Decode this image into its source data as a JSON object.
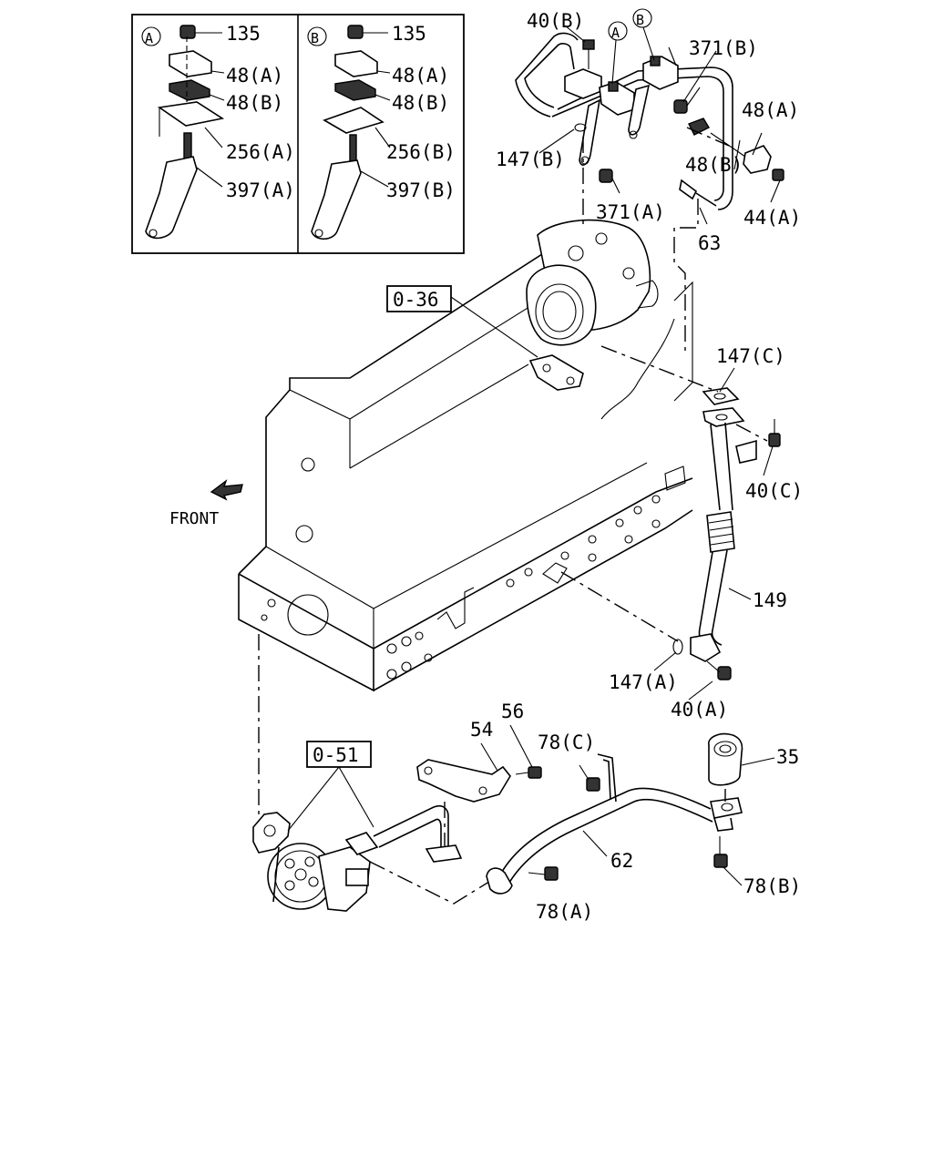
{
  "detail_a": {
    "marker": "A",
    "labels": [
      "135",
      "48(A)",
      "48(B)",
      "256(A)",
      "397(A)"
    ]
  },
  "detail_b": {
    "marker": "B",
    "labels": [
      "135",
      "48(A)",
      "48(B)",
      "256(B)",
      "397(B)"
    ]
  },
  "callout_markers": [
    "A",
    "B"
  ],
  "reference_boxes": [
    "0-36",
    "0-51"
  ],
  "front_label": "FRONT",
  "part_labels": {
    "p40b": "40(B)",
    "p371b": "371(B)",
    "p48a": "48(A)",
    "p147b": "147(B)",
    "p48b": "48(B)",
    "p44a": "44(A)",
    "p371a": "371(A)",
    "p63": "63",
    "p147c": "147(C)",
    "p40c": "40(C)",
    "p149": "149",
    "p147a": "147(A)",
    "p40a": "40(A)",
    "p56": "56",
    "p54": "54",
    "p78c": "78(C)",
    "p35": "35",
    "p62": "62",
    "p78b": "78(B)",
    "p78a": "78(A)"
  }
}
